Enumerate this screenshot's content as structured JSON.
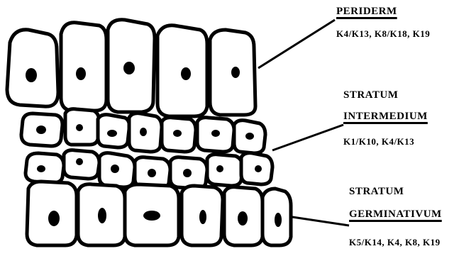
{
  "labels": {
    "periderm": {
      "title": "PERIDERM",
      "keratins": "K4/K13, K8/K18, K19"
    },
    "stratum_intermedium": {
      "title_line1": "STRATUM",
      "title_line2": "INTERMEDIUM",
      "keratins": "K1/K10, K4/K13"
    },
    "stratum_germinativum": {
      "title_line1": "STRATUM",
      "title_line2": "GERMINATIVUM",
      "keratins": "K5/K14, K4, K8, K19"
    }
  },
  "colors": {
    "ink": "#000000",
    "cell_fill": "#ffffff",
    "background": "#ffffff"
  }
}
